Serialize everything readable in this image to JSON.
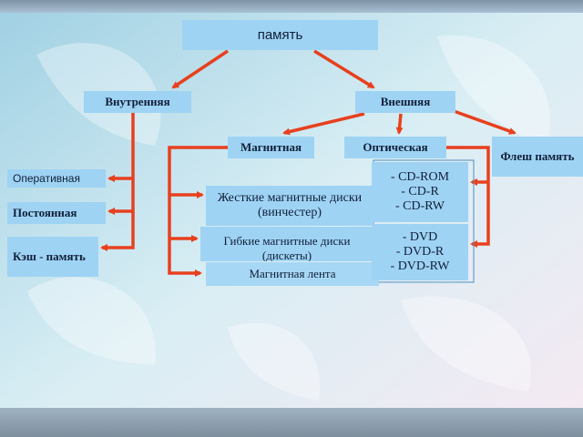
{
  "diagram": {
    "root": "память",
    "internal": "Внутренняя",
    "external": "Внешняя",
    "internal_items": {
      "ram": "Оперативная",
      "rom": "Постоянная",
      "cache": "Кэш - память"
    },
    "external_items": {
      "magnetic": "Магнитная",
      "optical": "Оптическая",
      "flash": "Флеш память"
    },
    "magnetic_items": {
      "hdd": "Жесткие магнитные диски (винчестер)",
      "floppy": "Гибкие магнитные диски (дискеты)",
      "tape": "Магнитная лента"
    },
    "optical_items": {
      "cd": [
        "- CD-ROM",
        "- CD-R",
        "- CD-RW"
      ],
      "dvd": [
        "- DVD",
        "- DVD-R",
        "- DVD-RW"
      ]
    }
  },
  "colors": {
    "box": "#9fd3f3",
    "arrow": "#e8401e",
    "background": "#b9dbe8"
  }
}
